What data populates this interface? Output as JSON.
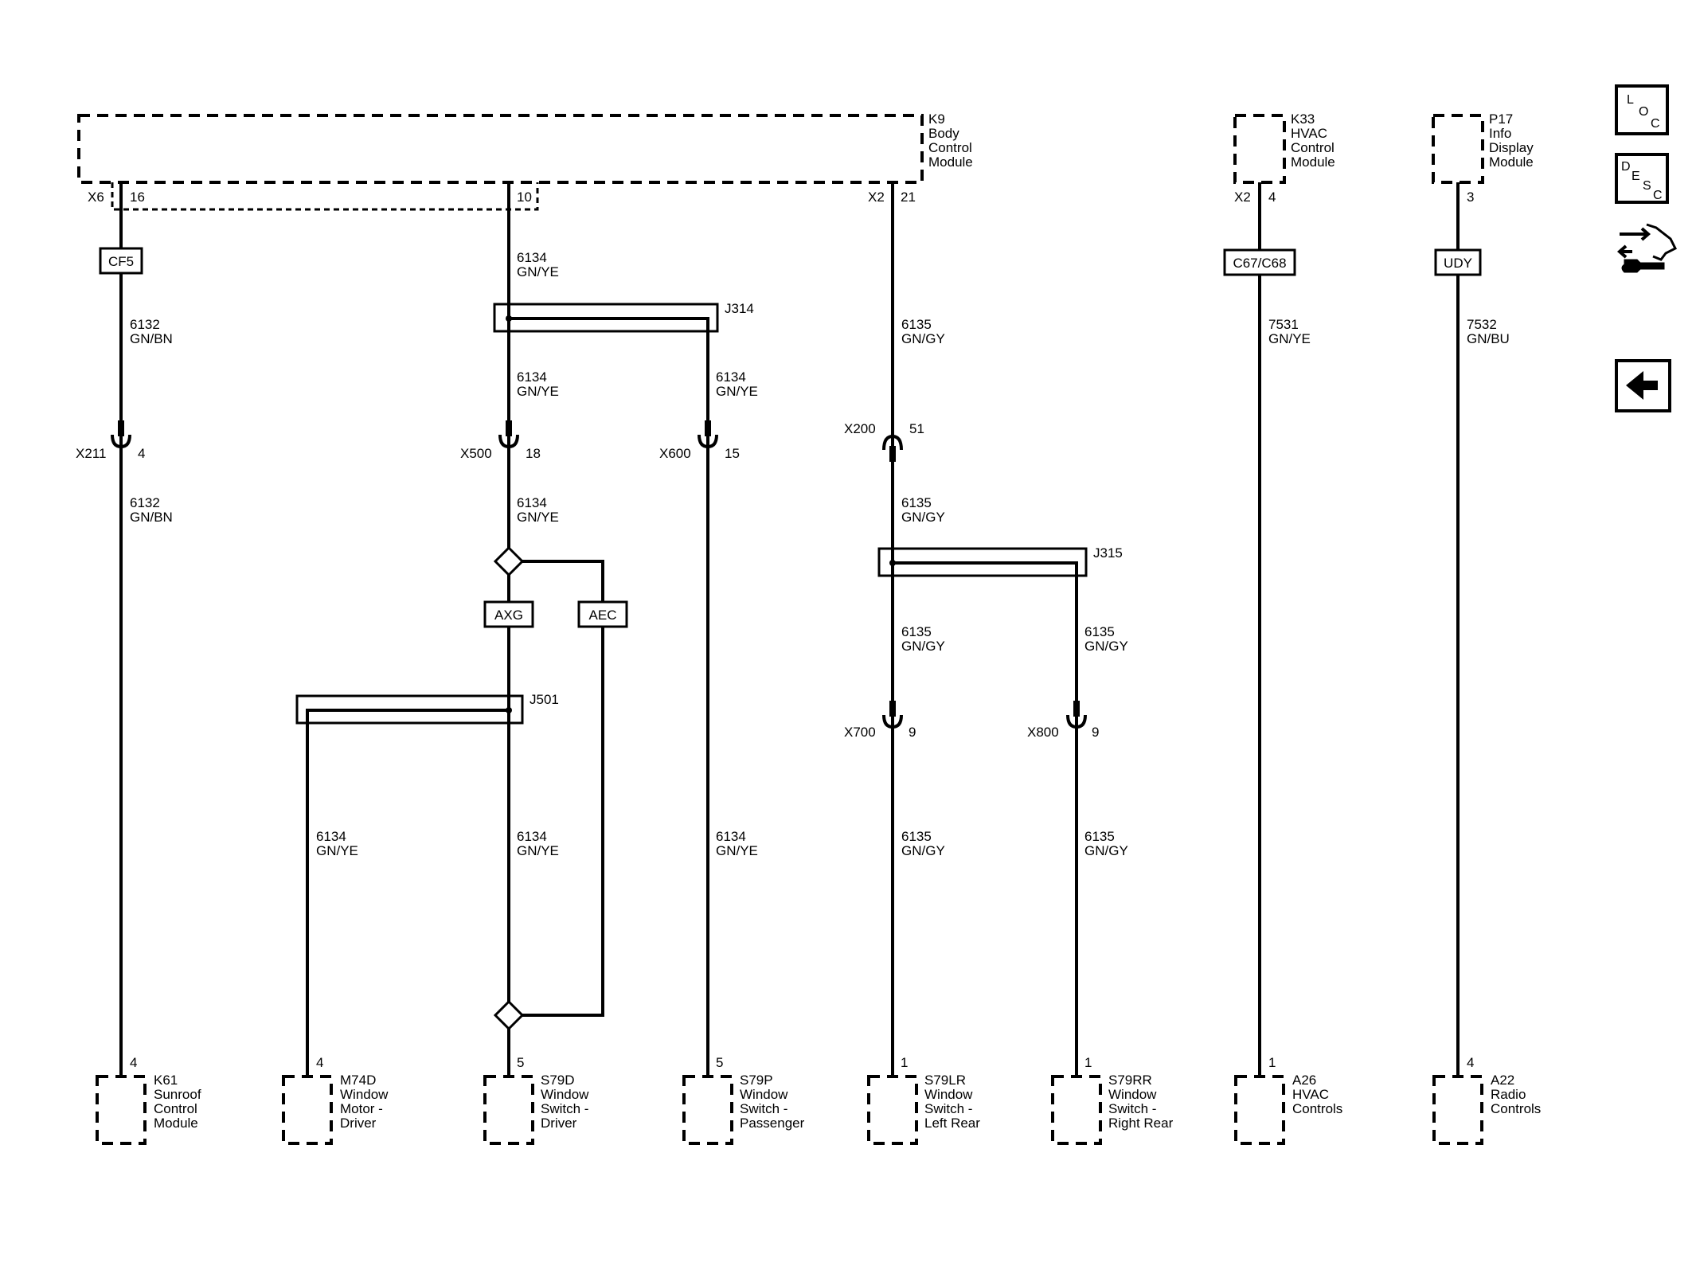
{
  "modules_top": {
    "k9": {
      "id": "K9",
      "l1": "Body",
      "l2": "Control",
      "l3": "Module"
    },
    "k33": {
      "id": "K33",
      "l1": "HVAC",
      "l2": "Control",
      "l3": "Module"
    },
    "p17": {
      "id": "P17",
      "l1": "Info",
      "l2": "Display",
      "l3": "Module"
    }
  },
  "pins_top": {
    "x6": "X6",
    "p16": "16",
    "p10": "10",
    "x2a": "X2",
    "p21": "21",
    "x2b": "X2",
    "p4": "4",
    "p3": "3"
  },
  "tags": {
    "cf5": "CF5",
    "c67": "C67/C68",
    "udy": "UDY",
    "axg": "AXG",
    "aec": "AEC"
  },
  "splices": {
    "j314": "J314",
    "j315": "J315",
    "j501": "J501"
  },
  "wires": {
    "w6132": "6132",
    "w6134": "6134",
    "w6135": "6135",
    "w7531": "7531",
    "w7532": "7532",
    "gnbn": "GN/BN",
    "gnye": "GN/YE",
    "gngy": "GN/GY",
    "gnbu": "GN/BU"
  },
  "connectors": {
    "x211": "X211",
    "x211p": "4",
    "x500": "X500",
    "x500p": "18",
    "x600": "X600",
    "x600p": "15",
    "x200": "X200",
    "x200p": "51",
    "x700": "X700",
    "x700p": "9",
    "x800": "X800",
    "x800p": "9"
  },
  "modules_bottom": {
    "k61": {
      "pin": "4",
      "id": "K61",
      "l1": "Sunroof",
      "l2": "Control",
      "l3": "Module"
    },
    "m74d": {
      "pin": "4",
      "id": "M74D",
      "l1": "Window",
      "l2": "Motor -",
      "l3": "Driver"
    },
    "s79d": {
      "pin": "5",
      "id": "S79D",
      "l1": "Window",
      "l2": "Switch -",
      "l3": "Driver"
    },
    "s79p": {
      "pin": "5",
      "id": "S79P",
      "l1": "Window",
      "l2": "Switch -",
      "l3": "Passenger"
    },
    "s79lr": {
      "pin": "1",
      "id": "S79LR",
      "l1": "Window",
      "l2": "Switch -",
      "l3": "Left Rear"
    },
    "s79rr": {
      "pin": "1",
      "id": "S79RR",
      "l1": "Window",
      "l2": "Switch -",
      "l3": "Right Rear"
    },
    "a26": {
      "pin": "1",
      "id": "A26",
      "l1": "HVAC",
      "l2": "Controls"
    },
    "a22": {
      "pin": "4",
      "id": "A22",
      "l1": "Radio",
      "l2": "Controls"
    }
  },
  "nav": {
    "loc": {
      "l": "L",
      "o": "O",
      "c": "C"
    },
    "desc": {
      "d": "D",
      "e": "E",
      "s": "S",
      "c": "C"
    },
    "icons": [
      "connector-icon",
      "back-arrow-icon"
    ]
  }
}
